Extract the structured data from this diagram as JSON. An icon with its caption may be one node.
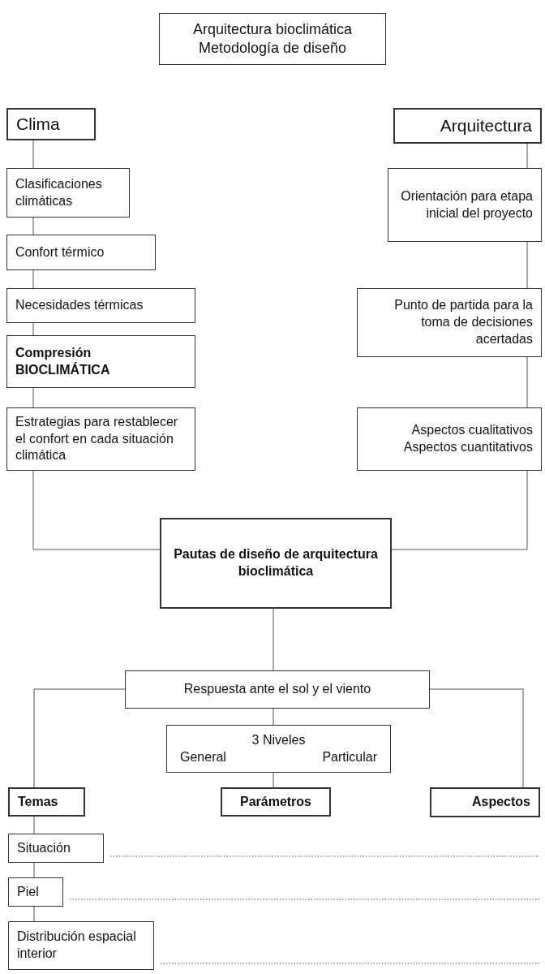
{
  "diagram": {
    "title": "Arquitectura bioclimática Metodología de diseño",
    "nodes": [
      {
        "text": [
          "Clima"
        ]
      },
      {
        "text": [
          "Clasificaciones climáticas"
        ]
      },
      {
        "text": [
          "Confort térmico"
        ]
      },
      {
        "text": [
          "Necesidades térmicas"
        ]
      },
      {
        "text": [
          "Compresión BIOCLIMÁTICA"
        ]
      },
      {
        "text": [
          "Estrategias para restablecer el confort en cada situación climática"
        ]
      },
      {
        "text": [
          "Arquitectura"
        ]
      },
      {
        "text": [
          "Orientación para etapa inicial del proyecto"
        ]
      },
      {
        "text": [
          "Punto de partida para la toma de decisiones acertadas"
        ]
      },
      {
        "text": [
          "Aspectos cualitativos",
          "Aspectos cuantitativos"
        ]
      },
      {
        "text": [
          "Pautas de diseño de arquitectura bioclimática"
        ]
      },
      {
        "text": [
          "Respuesta ante el sol y el viento"
        ]
      },
      {
        "text": [
          "3 Niveles",
          "General",
          "Particular"
        ]
      },
      {
        "text": [
          "Temas"
        ]
      },
      {
        "text": [
          "Parámetros"
        ]
      },
      {
        "text": [
          "Aspectos"
        ]
      },
      {
        "text": [
          "Situación"
        ]
      },
      {
        "text": [
          "Piel"
        ]
      },
      {
        "text": [
          "Distribución espacial interior"
        ]
      }
    ],
    "edges": [
      {
        "from": 0,
        "to": 1,
        "arrow": "none"
      },
      {
        "from": 1,
        "to": 2,
        "arrow": "none"
      },
      {
        "from": 2,
        "to": 3,
        "arrow": "none"
      },
      {
        "from": 3,
        "to": 4,
        "arrow": "none"
      },
      {
        "from": 4,
        "to": 5,
        "arrow": "none"
      },
      {
        "from": 6,
        "to": 7,
        "arrow": "none"
      },
      {
        "from": 7,
        "to": 8,
        "arrow": "none"
      },
      {
        "from": 8,
        "to": 9,
        "arrow": "none"
      },
      {
        "from": 5,
        "to": 10,
        "arrow": "none"
      },
      {
        "from": 9,
        "to": 10,
        "arrow": "none"
      },
      {
        "from": 10,
        "to": 11,
        "arrow": "none"
      },
      {
        "from": 11,
        "to": 13,
        "arrow": "none"
      },
      {
        "from": 11,
        "to": 15,
        "arrow": "none"
      },
      {
        "from": 11,
        "to": 12,
        "arrow": "none"
      },
      {
        "from": 12,
        "to": 14,
        "arrow": "none"
      },
      {
        "from": 13,
        "to": 16,
        "arrow": "none"
      },
      {
        "from": 16,
        "to": 17,
        "arrow": "none"
      },
      {
        "from": 17,
        "to": 18,
        "arrow": "none"
      },
      {
        "from": 16,
        "to": null,
        "arrow": "none",
        "style": "dashed"
      },
      {
        "from": 17,
        "to": null,
        "arrow": "none",
        "style": "dashed"
      },
      {
        "from": 18,
        "to": null,
        "arrow": "none",
        "style": "dashed"
      }
    ]
  }
}
